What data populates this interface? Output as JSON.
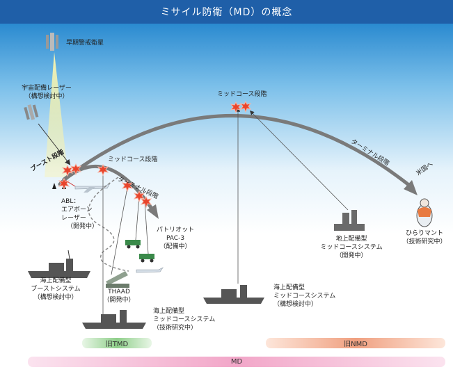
{
  "title": "ミサイル防衛（MD）の概念",
  "labels": {
    "satellite": "早期警戒衛星",
    "space_laser_1": "宇宙配備レーザー",
    "space_laser_2": "（構想検討中）",
    "boost_phase": "ブースト段階",
    "midcourse_upper": "ミッドコース段階",
    "midcourse_lower": "ミッドコース段階",
    "terminal_lower": "ターミナル段階",
    "terminal_upper": "ターミナル段階",
    "to_us": "米国へ",
    "abl_1": "ABL：",
    "abl_2": "エアボーン",
    "abl_3": "レーザー",
    "abl_4": "（開発中）",
    "patriot_1": "パトリオット",
    "patriot_2": "PAC-3",
    "patriot_3": "（配備中）",
    "thaad_1": "THAAD",
    "thaad_2": "（開発中）",
    "sea_boost_1": "海上配備型",
    "sea_boost_2": "ブーストシステム",
    "sea_boost_3": "（構想検討中）",
    "sea_mid_lower_1": "海上配備型",
    "sea_mid_lower_2": "ミッドコースシステム",
    "sea_mid_lower_3": "（技術研究中）",
    "sea_mid_center_1": "海上配備型",
    "sea_mid_center_2": "ミッドコースシステム",
    "sea_mid_center_3": "（構想検討中）",
    "ground_mid_1": "地上配備型",
    "ground_mid_2": "ミッドコースシステム",
    "ground_mid_3": "（開発中）",
    "hiramant_1": "ひらりマント",
    "hiramant_2": "（技術研究中）"
  },
  "bars": {
    "tmd": "旧TMD",
    "nmd": "旧NMD",
    "md": "MD"
  },
  "colors": {
    "header": "#1f5fa8",
    "sky_top": "#2a8ad0",
    "trajectory": "#7a7a7a",
    "tmd_bar": "#8fcf8a",
    "nmd_bar": "#f0a080",
    "md_bar": "#f2a6c8",
    "explosion": "#e8452c"
  }
}
